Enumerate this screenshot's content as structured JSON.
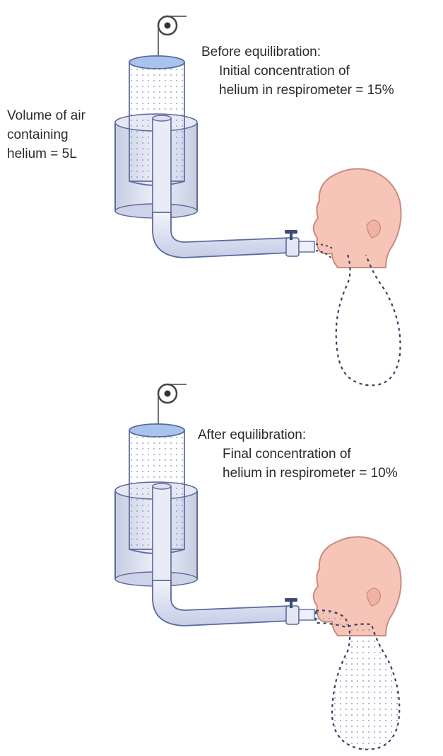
{
  "panels": [
    {
      "id": "before",
      "heading": "Before equilibration:",
      "detail_line1": "Initial concentration of",
      "detail_line2": "helium in respirometer = 15%",
      "volume_line1": "Volume of air",
      "volume_line2": "containing",
      "volume_line3": "helium = 5L",
      "lungs_filled": false
    },
    {
      "id": "after",
      "heading": "After equilibration:",
      "detail_line1": "Final concentration of",
      "detail_line2": "helium in respirometer = 10%",
      "lungs_filled": true
    }
  ],
  "colors": {
    "cylinder_fill": "#dfe3f1",
    "cylinder_edge": "#5d6a9c",
    "tube_fill": "#e8ecf7",
    "skin": "#f6c5b7",
    "skin_edge": "#c98c7b",
    "valve": "#3b4a72",
    "text": "#2a2a2a"
  }
}
